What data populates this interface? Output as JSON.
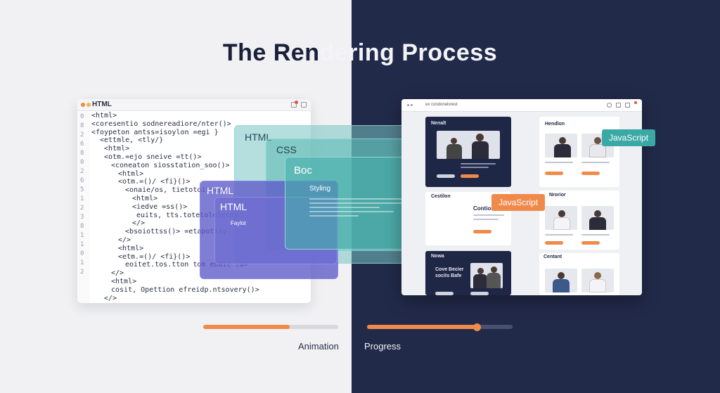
{
  "title": {
    "left": "The Ren",
    "right": "dering Process"
  },
  "editor": {
    "tab_label": "HTML",
    "line_numbers": [
      "0",
      "8",
      "2",
      "6",
      "8",
      "0",
      "2",
      "6",
      "5",
      "1",
      "2",
      "3",
      "8",
      "1",
      "1",
      "0",
      "1",
      "2"
    ],
    "lines": [
      "<html>",
      "<coresentio sodnereadiore/nter()>",
      "<foypeton antss=isoylon =egi }",
      "<ettmle, <tly/}",
      "<html>",
      "<otm.=ejo sneive =tt()>",
      "<coneaton siosstation_soo()>",
      "<html>",
      "<otm.=()/ <fi}()>",
      "<onaie/os, tietotoitatoo",
      "<html>",
      "<iedve =ss()>",
      "euits, tts.totetoletecoa",
      "</>",
      "<bsoiottss()> =etapotiay",
      "</>",
      "<html>",
      "<etm.=()/ <fi}()>",
      "eoitet.tos.tton tom ebaie (d>",
      "</>",
      "<html>",
      "cosit, Opettion efreidp.ntsovery()>",
      "</>"
    ]
  },
  "layers": {
    "html_front": {
      "label": "HTML",
      "sublabel": "HTML",
      "caption": "Faylot"
    },
    "html_back": {
      "label": "HTML"
    },
    "css": {
      "label": "CSS"
    },
    "box": {
      "label": "Boc",
      "sublabel": "Styling"
    }
  },
  "browser": {
    "url": "ex condonelorest",
    "panels": {
      "p1": "Nenalt",
      "p2": "Hendlon",
      "p3": "Cestilon",
      "p4": "Contion",
      "p5": "Nrorior",
      "p6": "Nowa",
      "p7": "Cove Becier\nsocits Bafe",
      "p8": "Centant"
    }
  },
  "callouts": {
    "js_top": "JavaScript",
    "js_mid": "JavaScript"
  },
  "progress": {
    "animation": {
      "label": "Animation",
      "value": 0.64
    },
    "progress": {
      "label": "Progress",
      "value": 0.755
    }
  },
  "colors": {
    "left_bg": "#f1f1f3",
    "right_bg": "#222a4a",
    "accent": "#f08a4b",
    "teal": "#3aa9a5",
    "indigo": "#5c5fc6"
  }
}
